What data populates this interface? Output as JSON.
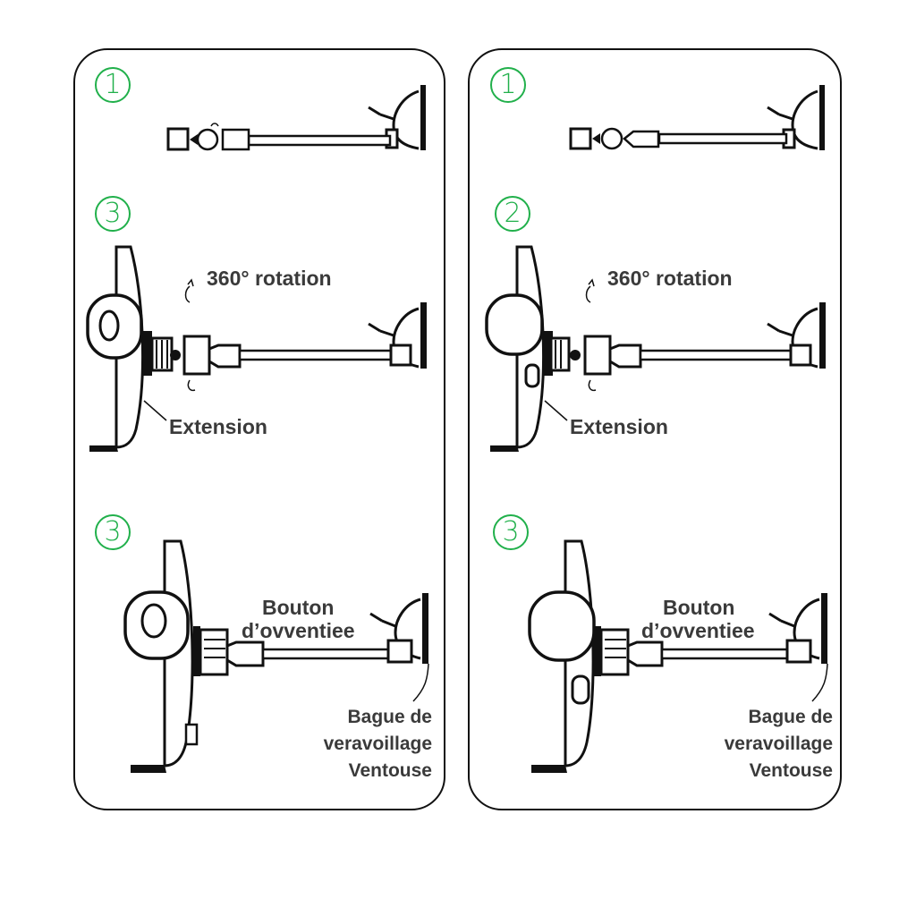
{
  "panels": [
    {
      "steps": [
        "1",
        "3",
        "3"
      ],
      "rotation_label": "360° rotation",
      "extension_label": "Extension",
      "button_label_line1": "Bouton",
      "button_label_line2": "d’ovventiee",
      "ring_label_line1": "Bague de",
      "ring_label_line2": "veravoillage",
      "ring_label_line3": "Ventouse"
    },
    {
      "steps": [
        "1",
        "2",
        "3"
      ],
      "rotation_label": "360° rotation",
      "extension_label": "Extension",
      "button_label_line1": "Bouton",
      "button_label_line2": "d’ovventiee",
      "ring_label_line1": "Bague de",
      "ring_label_line2": "veravoillage",
      "ring_label_line3": "Ventouse"
    }
  ],
  "colors": {
    "accent": "#21b04b",
    "ink": "#111111",
    "label": "#3a3a3a"
  }
}
